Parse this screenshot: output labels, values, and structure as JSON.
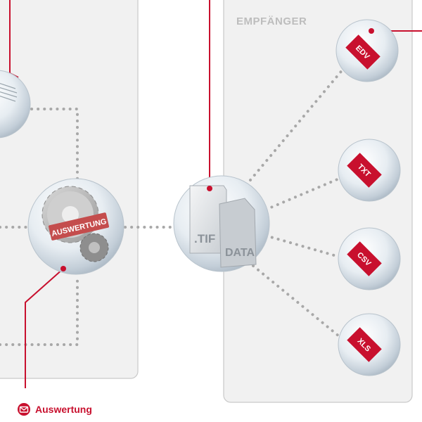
{
  "receiver_panel": {
    "title": "EMPFÄNGER"
  },
  "process_node": {
    "label": "AUSWERTUNG"
  },
  "center_node": {
    "tif_label": ".TIF",
    "data_label": "DATA"
  },
  "output_formats": [
    {
      "label": "EDV"
    },
    {
      "label": "TXT"
    },
    {
      "label": "CSV"
    },
    {
      "label": "XLS"
    }
  ],
  "caption": {
    "label": "Auswertung",
    "icon": "mail-icon"
  },
  "colors": {
    "accent": "#c8102e",
    "panel_fill": "#f1f1f1",
    "panel_border": "#c9c9c9",
    "dots": "#a8a8a8",
    "title_gray": "#bdbdbd"
  }
}
